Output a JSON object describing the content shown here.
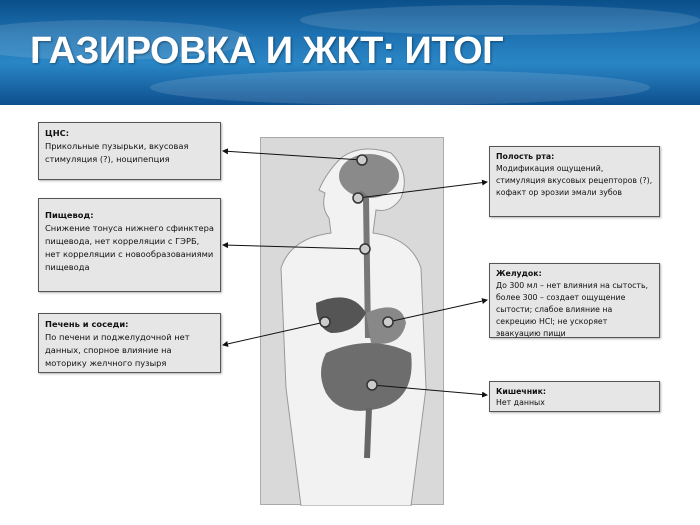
{
  "title": "ГАЗИРОВКА И ЖКТ: ИТОГ",
  "boxes": {
    "cns": {
      "heading": "ЦНС:",
      "text": "Прикольные пузырьки, вкусовая стимуляция (?), ноципепция"
    },
    "esophagus": {
      "heading": "Пищевод:",
      "text": "Снижение тонуса нижнего сфинктера пищевода, нет корреляции с ГЭРБ, нет корреляции с новообразованиями пищевода"
    },
    "liver": {
      "heading": "Печень и соседи:",
      "text": "По печени и поджелудочной нет данных, спорное влияние на моторику желчного пузыря"
    },
    "mouth": {
      "heading": "Полость рта:",
      "text": "Модификация ощущений, стимуляция вкусовых рецепторов (?), кофакт ор эрозии эмали зубов"
    },
    "stomach": {
      "heading": "Желудок:",
      "text": "До 300 мл – нет влияния на сытость, более 300 – создает ощущение сытости; слабое влияние на секрецию HCl; не ускоряет эвакуацию пищи"
    },
    "intestine": {
      "heading": "Кишечник:",
      "text": "Нет данных"
    }
  }
}
